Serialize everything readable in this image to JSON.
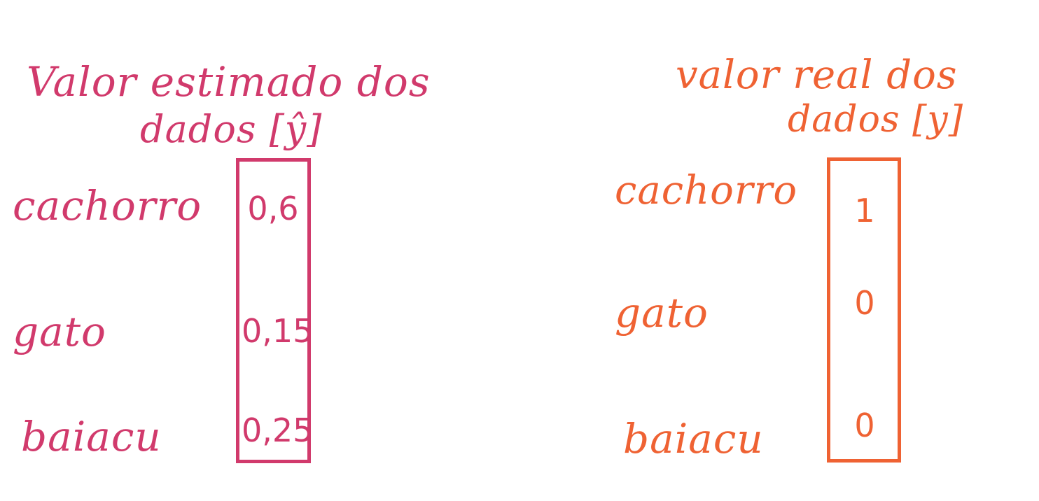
{
  "colors": {
    "estimated": "#d13a6c",
    "real": "#ef6233"
  },
  "estimated_panel": {
    "title_line1": "Valor estimado dos",
    "title_line2": "dados [ŷ]",
    "labels": [
      "cachorro",
      "gato",
      "baiacu"
    ],
    "values": [
      "0,6",
      "0,15",
      "0,25"
    ]
  },
  "real_panel": {
    "title_line1": "valor real dos",
    "title_line2": "dados [y]",
    "labels": [
      "cachorro",
      "gato",
      "baiacu"
    ],
    "values": [
      "1",
      "0",
      "0"
    ]
  }
}
